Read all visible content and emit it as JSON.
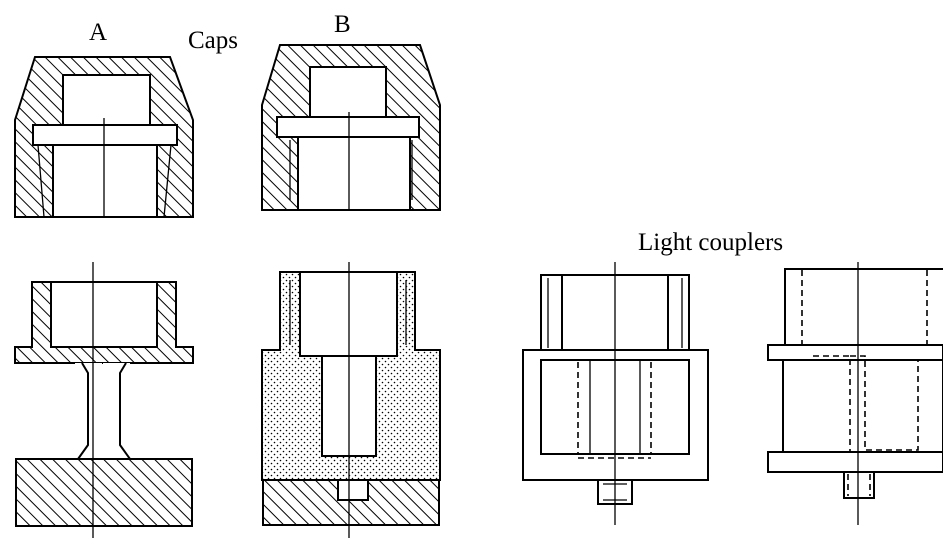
{
  "labels": {
    "a": "A",
    "caps": "Caps",
    "b": "B",
    "light_couplers": "Light couplers"
  },
  "colors": {
    "ink": "#000000",
    "background": "#ffffff"
  }
}
